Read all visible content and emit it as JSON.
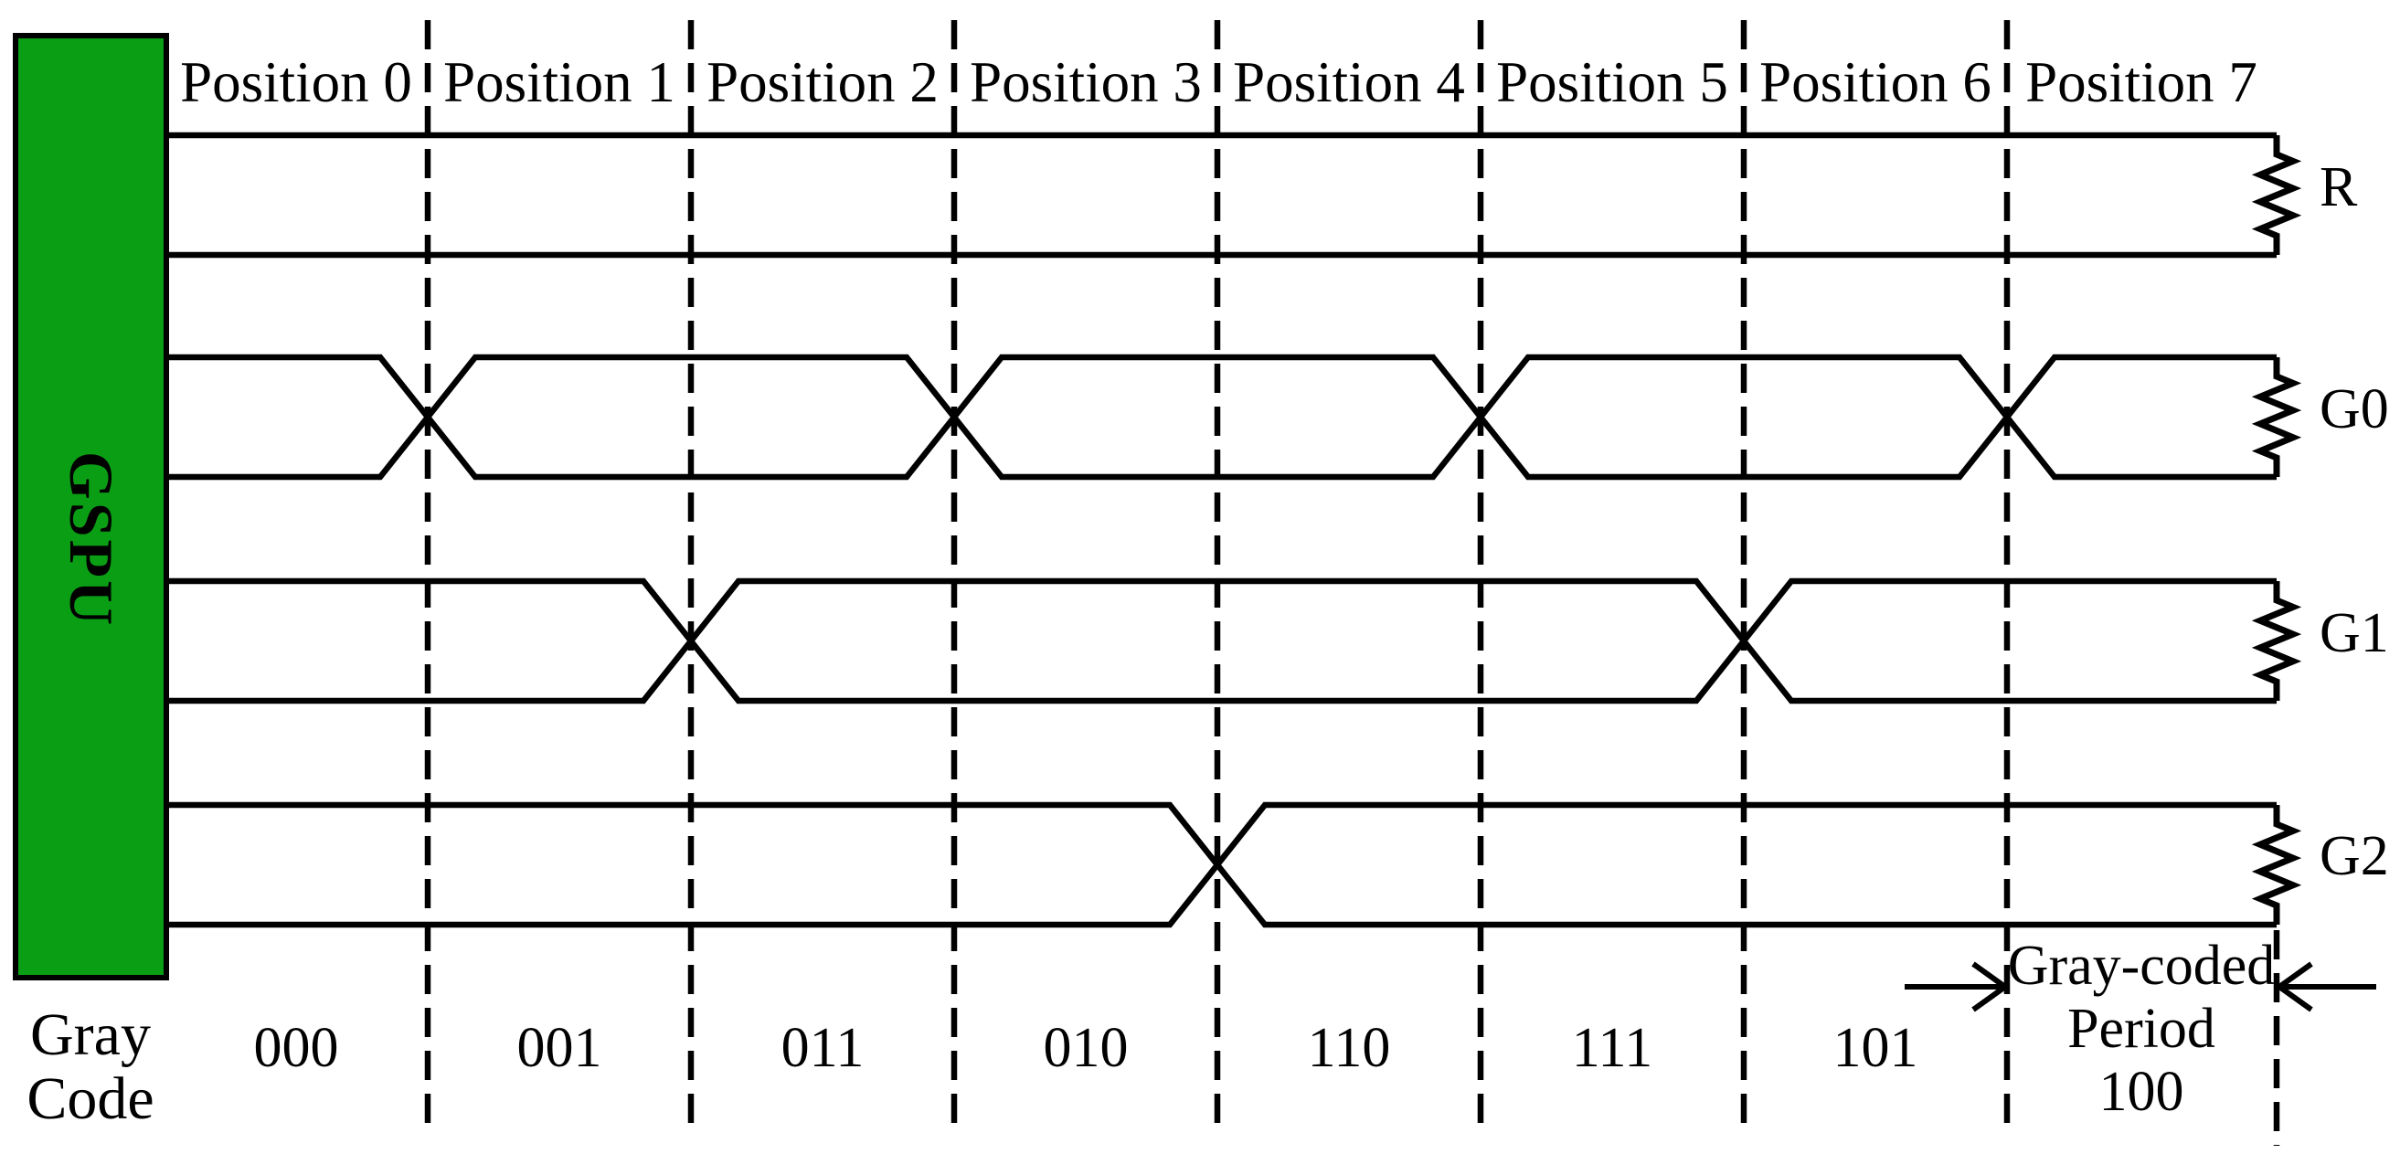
{
  "block": {
    "label": "GSPU"
  },
  "columns": [
    {
      "position": "Position 0",
      "code": "000"
    },
    {
      "position": "Position 1",
      "code": "001"
    },
    {
      "position": "Position 2",
      "code": "011"
    },
    {
      "position": "Position 3",
      "code": "010"
    },
    {
      "position": "Position 4",
      "code": "110"
    },
    {
      "position": "Position 5",
      "code": "111"
    },
    {
      "position": "Position 6",
      "code": "101"
    },
    {
      "position": "Position 7",
      "code": "100"
    }
  ],
  "signals": [
    {
      "name": "R",
      "transitions": []
    },
    {
      "name": "G0",
      "transitions": [
        1,
        3,
        5,
        7
      ]
    },
    {
      "name": "G1",
      "transitions": [
        2,
        6
      ]
    },
    {
      "name": "G2",
      "transitions": [
        4
      ]
    }
  ],
  "captions": {
    "bottom_left_line1": "Gray",
    "bottom_left_line2": "Code",
    "period_line1": "Gray-coded",
    "period_line2": "Period"
  },
  "colors": {
    "line": "#000000",
    "background": "#FFFFFF",
    "block_fill": "#0A9E14",
    "block_border": "#000000"
  }
}
